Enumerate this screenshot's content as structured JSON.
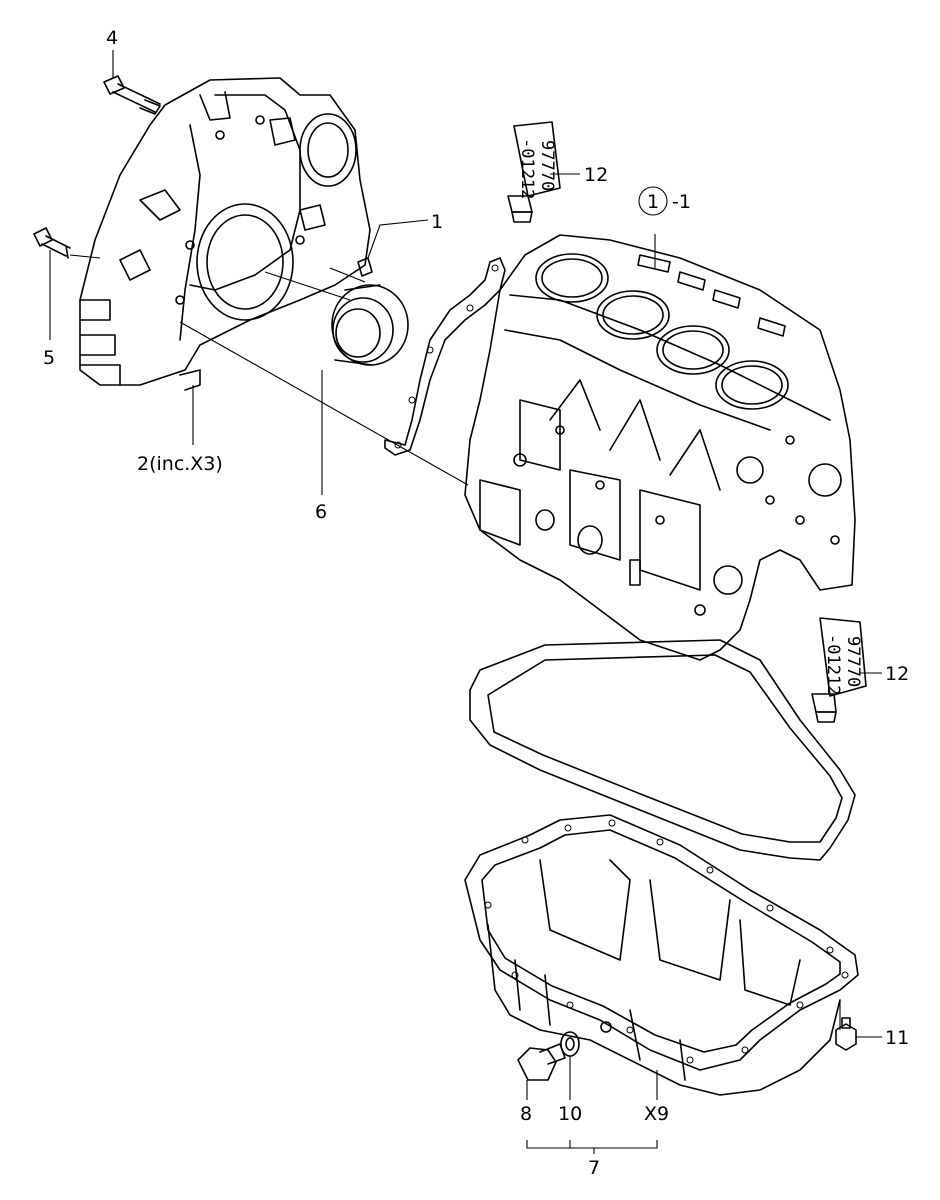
{
  "callouts": {
    "c1": "1",
    "c1_1": "-1",
    "c1_1_circle": "1",
    "c2": "2(inc.X3)",
    "c4": "4",
    "c5": "5",
    "c6": "6",
    "c7": "7",
    "c8": "8",
    "c10": "10",
    "x9": "X9",
    "c11": "11",
    "c12_top": "12",
    "c12_right": "12"
  },
  "tube_text": {
    "top_line1": "97770",
    "top_line2": "-01212",
    "right_line1": "97770",
    "right_line2": "-01212"
  }
}
